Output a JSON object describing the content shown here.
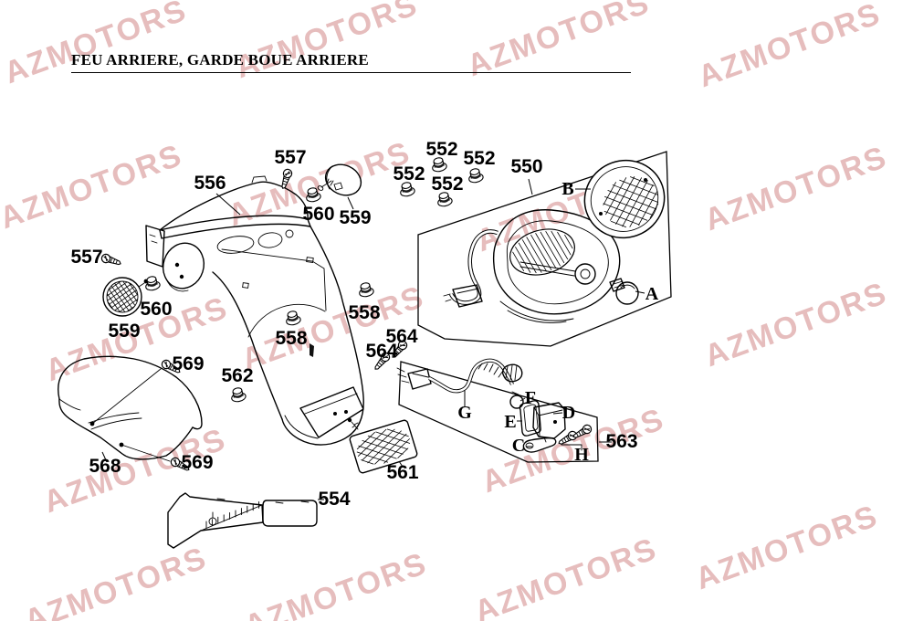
{
  "title": "FEU ARRIERE, GARDE BOUE ARRIERE",
  "watermark": {
    "text": "AZMOTORS",
    "color": "#ce7b7b"
  },
  "labels": {
    "n550": "550",
    "n552": "552",
    "n554": "554",
    "n556": "556",
    "n557": "557",
    "n558": "558",
    "n559": "559",
    "n560": "560",
    "n561": "561",
    "n562": "562",
    "n563": "563",
    "n564": "564",
    "n568": "568",
    "n569": "569",
    "A": "A",
    "B": "B",
    "C": "C",
    "D": "D",
    "E": "E",
    "F": "F",
    "G": "G",
    "H": "H"
  },
  "colors": {
    "line": "#000000",
    "background": "#ffffff"
  }
}
